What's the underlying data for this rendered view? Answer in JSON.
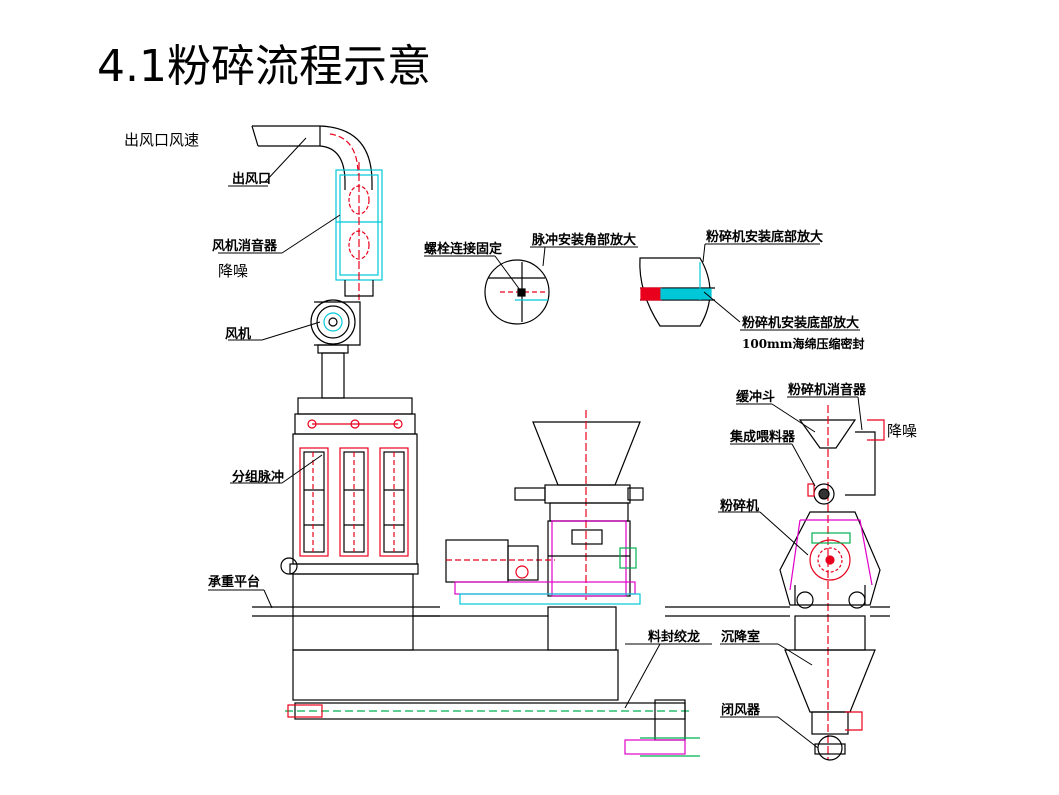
{
  "title": "4.1粉碎流程示意",
  "labels": {
    "outlet_speed": "出风口风速",
    "outlet": "出风口",
    "fan_silencer": "风机消音器",
    "noise_reduce_1": "降噪",
    "fan": "风机",
    "group_pulse": "分组脉冲",
    "platform": "承重平台",
    "bolt": "螺栓连接固定",
    "pulse_corner": "脉冲安装角部放大",
    "crusher_bottom_top": "粉碎机安装底部放大",
    "crusher_bottom_bottom": "粉碎机安装底部放大",
    "sponge_seal": "100mm海绵压缩密封",
    "buffer_hopper": "缓冲斗",
    "crusher_silencer": "粉碎机消音器",
    "noise_reduce_2": "降噪",
    "feeder": "集成喂料器",
    "crusher": "粉碎机",
    "screw_conveyor": "料封绞龙",
    "settling_chamber": "沉降室",
    "airlock": "闭风器"
  },
  "colors": {
    "line": "#000000",
    "accent_red": "#e8001c",
    "cyan": "#00c8d8",
    "green": "#00b050",
    "magenta": "#e000c8"
  }
}
